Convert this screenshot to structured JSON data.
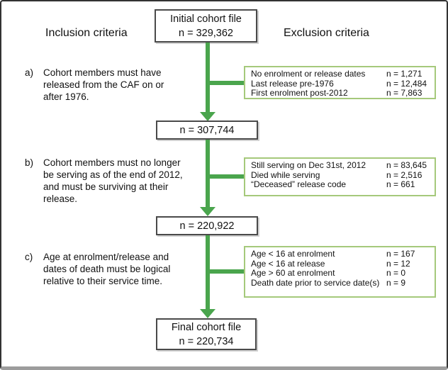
{
  "headings": {
    "inclusion": "Inclusion criteria",
    "exclusion": "Exclusion criteria"
  },
  "flow": {
    "initial": {
      "title": "Initial cohort file",
      "n": "n = 329,362"
    },
    "step1": {
      "n": "n = 307,744"
    },
    "step2": {
      "n": "n = 220,922"
    },
    "final": {
      "title": "Final cohort file",
      "n": "n = 220,734"
    }
  },
  "inclusion_criteria": [
    {
      "label": "a)",
      "text": "Cohort members must have released from the CAF on or after 1976."
    },
    {
      "label": "b)",
      "text": "Cohort members must no longer be serving as of the end of 2012, and must be surviving at their release."
    },
    {
      "label": "c)",
      "text": "Age at enrolment/release and dates of death must be logical relative to their service time."
    }
  ],
  "exclusion_boxes": [
    {
      "rows": [
        {
          "label": "No enrolment or release dates",
          "value": "n = 1,271"
        },
        {
          "label": "Last release pre-1976",
          "value": "n = 12,484"
        },
        {
          "label": "First enrolment post-2012",
          "value": "n = 7,863"
        }
      ]
    },
    {
      "rows": [
        {
          "label": "Still serving on Dec 31st, 2012",
          "value": "n = 83,645"
        },
        {
          "label": "Died while serving",
          "value": "n = 2,516"
        },
        {
          "label": "“Deceased” release code",
          "value": "n = 661"
        }
      ]
    },
    {
      "rows": [
        {
          "label": "Age < 16 at enrolment",
          "value": "n = 167"
        },
        {
          "label": "Age < 16 at release",
          "value": "n = 12"
        },
        {
          "label": "Age > 60 at enrolment",
          "value": "n = 0"
        },
        {
          "label": "Death date prior to service date(s)",
          "value": "n = 9"
        }
      ]
    }
  ],
  "colors": {
    "arrow_green": "#4aa54d",
    "exclusion_border_green": "#a5c97b",
    "flow_box_border": "#4a4a4a"
  }
}
